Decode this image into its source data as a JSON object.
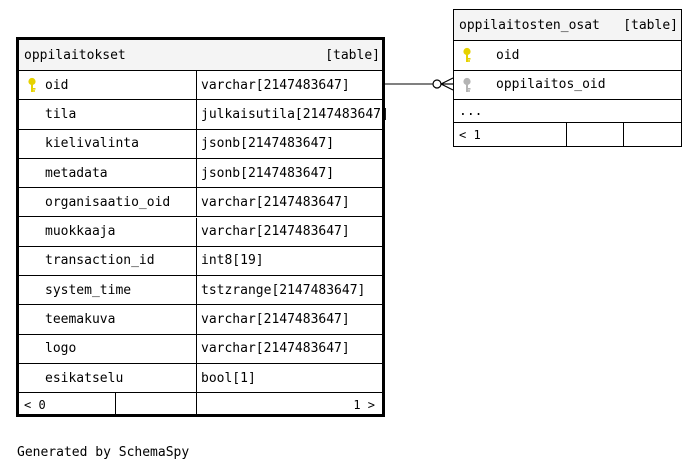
{
  "tables": [
    {
      "name": "oppilaitokset",
      "type_label": "[table]",
      "columns": [
        {
          "name": "oid",
          "type": "varchar[2147483647]",
          "key": "primary"
        },
        {
          "name": "tila",
          "type": "julkaisutila[2147483647]",
          "key": ""
        },
        {
          "name": "kielivalinta",
          "type": "jsonb[2147483647]",
          "key": ""
        },
        {
          "name": "metadata",
          "type": "jsonb[2147483647]",
          "key": ""
        },
        {
          "name": "organisaatio_oid",
          "type": "varchar[2147483647]",
          "key": ""
        },
        {
          "name": "muokkaaja",
          "type": "varchar[2147483647]",
          "key": ""
        },
        {
          "name": "transaction_id",
          "type": "int8[19]",
          "key": ""
        },
        {
          "name": "system_time",
          "type": "tstzrange[2147483647]",
          "key": ""
        },
        {
          "name": "teemakuva",
          "type": "varchar[2147483647]",
          "key": ""
        },
        {
          "name": "logo",
          "type": "varchar[2147483647]",
          "key": ""
        },
        {
          "name": "esikatselu",
          "type": "bool[1]",
          "key": ""
        }
      ],
      "footer": {
        "parents": "< 0",
        "children": "1 >"
      }
    },
    {
      "name": "oppilaitosten_osat",
      "type_label": "[table]",
      "columns": [
        {
          "name": "oid",
          "type": "",
          "key": "primary"
        },
        {
          "name": "oppilaitos_oid",
          "type": "",
          "key": "foreign"
        }
      ],
      "ellipsis": "...",
      "footer": {
        "parents": "< 1",
        "children": ""
      }
    }
  ],
  "relationship": {
    "from_table": "oppilaitosten_osat",
    "from_column": "oppilaitos_oid",
    "to_table": "oppilaitokset",
    "to_column": "oid"
  },
  "footer_text": "Generated by SchemaSpy",
  "colors": {
    "primary_key": "#e6d200",
    "foreign_key": "#b4b4b4",
    "header_bg": "#f4f4f4"
  }
}
